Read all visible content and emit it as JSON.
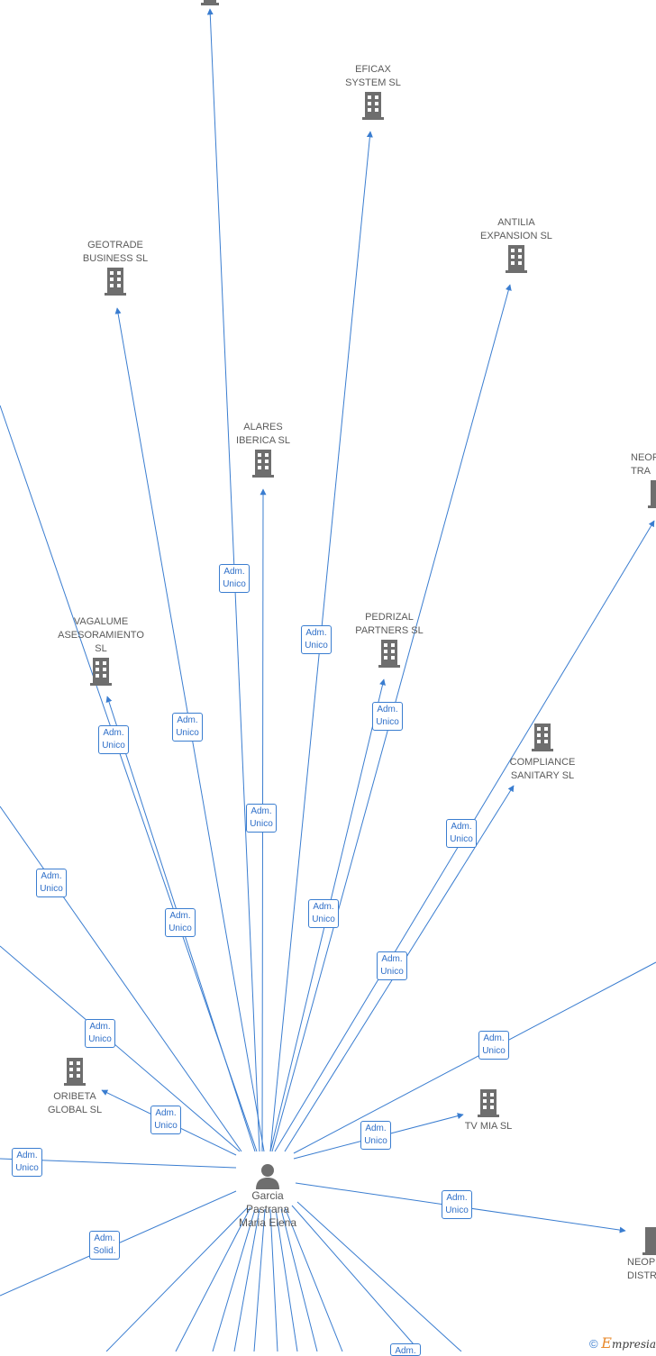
{
  "colors": {
    "edge": "#3a7dd0",
    "node_icon": "#6e6e6e",
    "label_text": "#5a5a5a",
    "badge_text": "#2f6fc8",
    "brand_orange": "#e8892b"
  },
  "center": {
    "name": "Garcia\nPastrana\nMaria Elena",
    "icon": "person-icon"
  },
  "companies": [
    {
      "id": "eficax",
      "name": "EFICAX\nSYSTEM SL",
      "icon": "building-icon"
    },
    {
      "id": "antilia",
      "name": "ANTILIA\nEXPANSION SL",
      "icon": "building-icon"
    },
    {
      "id": "geotrade",
      "name": "GEOTRADE\nBUSINESS SL",
      "icon": "building-icon"
    },
    {
      "id": "alares",
      "name": "ALARES\nIBERICA SL",
      "icon": "building-icon"
    },
    {
      "id": "neop-tra",
      "name": "NEOP\nTRA",
      "icon": "building-icon"
    },
    {
      "id": "vagalume",
      "name": "VAGALUME\nASESORAMIENTO\nSL",
      "icon": "building-icon"
    },
    {
      "id": "pedrizal",
      "name": "PEDRIZAL\nPARTNERS SL",
      "icon": "building-icon"
    },
    {
      "id": "compliance",
      "name": "COMPLIANCE\nSANITARY SL",
      "icon": "building-icon"
    },
    {
      "id": "oribeta",
      "name": "ORIBETA\nGLOBAL SL",
      "icon": "building-icon"
    },
    {
      "id": "tvmia",
      "name": "TV MIA SL",
      "icon": "building-icon"
    },
    {
      "id": "neop-distri",
      "name": "NEOP\nDISTRI",
      "icon": "building-icon"
    },
    {
      "id": "top-partial",
      "name": "",
      "icon": "building-icon"
    }
  ],
  "relations": [
    {
      "id": "r-alares",
      "label": "Adm.\nUnico"
    },
    {
      "id": "r-eficax",
      "label": "Adm.\nUnico"
    },
    {
      "id": "r-pedrizal-a",
      "label": "Adm.\nUnico"
    },
    {
      "id": "r-vagalume-a",
      "label": "Adm.\nUnico"
    },
    {
      "id": "r-geotrade",
      "label": "Adm.\nUnico"
    },
    {
      "id": "r-top",
      "label": "Adm.\nUnico"
    },
    {
      "id": "r-compliance-a",
      "label": "Adm.\nUnico"
    },
    {
      "id": "r-left-1",
      "label": "Adm.\nUnico"
    },
    {
      "id": "r-vagalume-b",
      "label": "Adm.\nUnico"
    },
    {
      "id": "r-antilia",
      "label": "Adm.\nUnico"
    },
    {
      "id": "r-neop-tra",
      "label": "Adm.\nUnico"
    },
    {
      "id": "r-left-2",
      "label": "Adm.\nUnico"
    },
    {
      "id": "r-right-1",
      "label": "Adm.\nUnico"
    },
    {
      "id": "r-oribeta",
      "label": "Adm.\nUnico"
    },
    {
      "id": "r-tvmia",
      "label": "Adm.\nUnico"
    },
    {
      "id": "r-left-3",
      "label": "Adm.\nUnico"
    },
    {
      "id": "r-neop-distri",
      "label": "Adm.\nUnico"
    },
    {
      "id": "r-left-solid",
      "label": "Adm.\nSolid."
    },
    {
      "id": "r-bottom",
      "label": "Adm.\nUnico"
    }
  ],
  "footer": {
    "copyright": "©",
    "brand_initial": "E",
    "brand_rest": "mpresia"
  }
}
